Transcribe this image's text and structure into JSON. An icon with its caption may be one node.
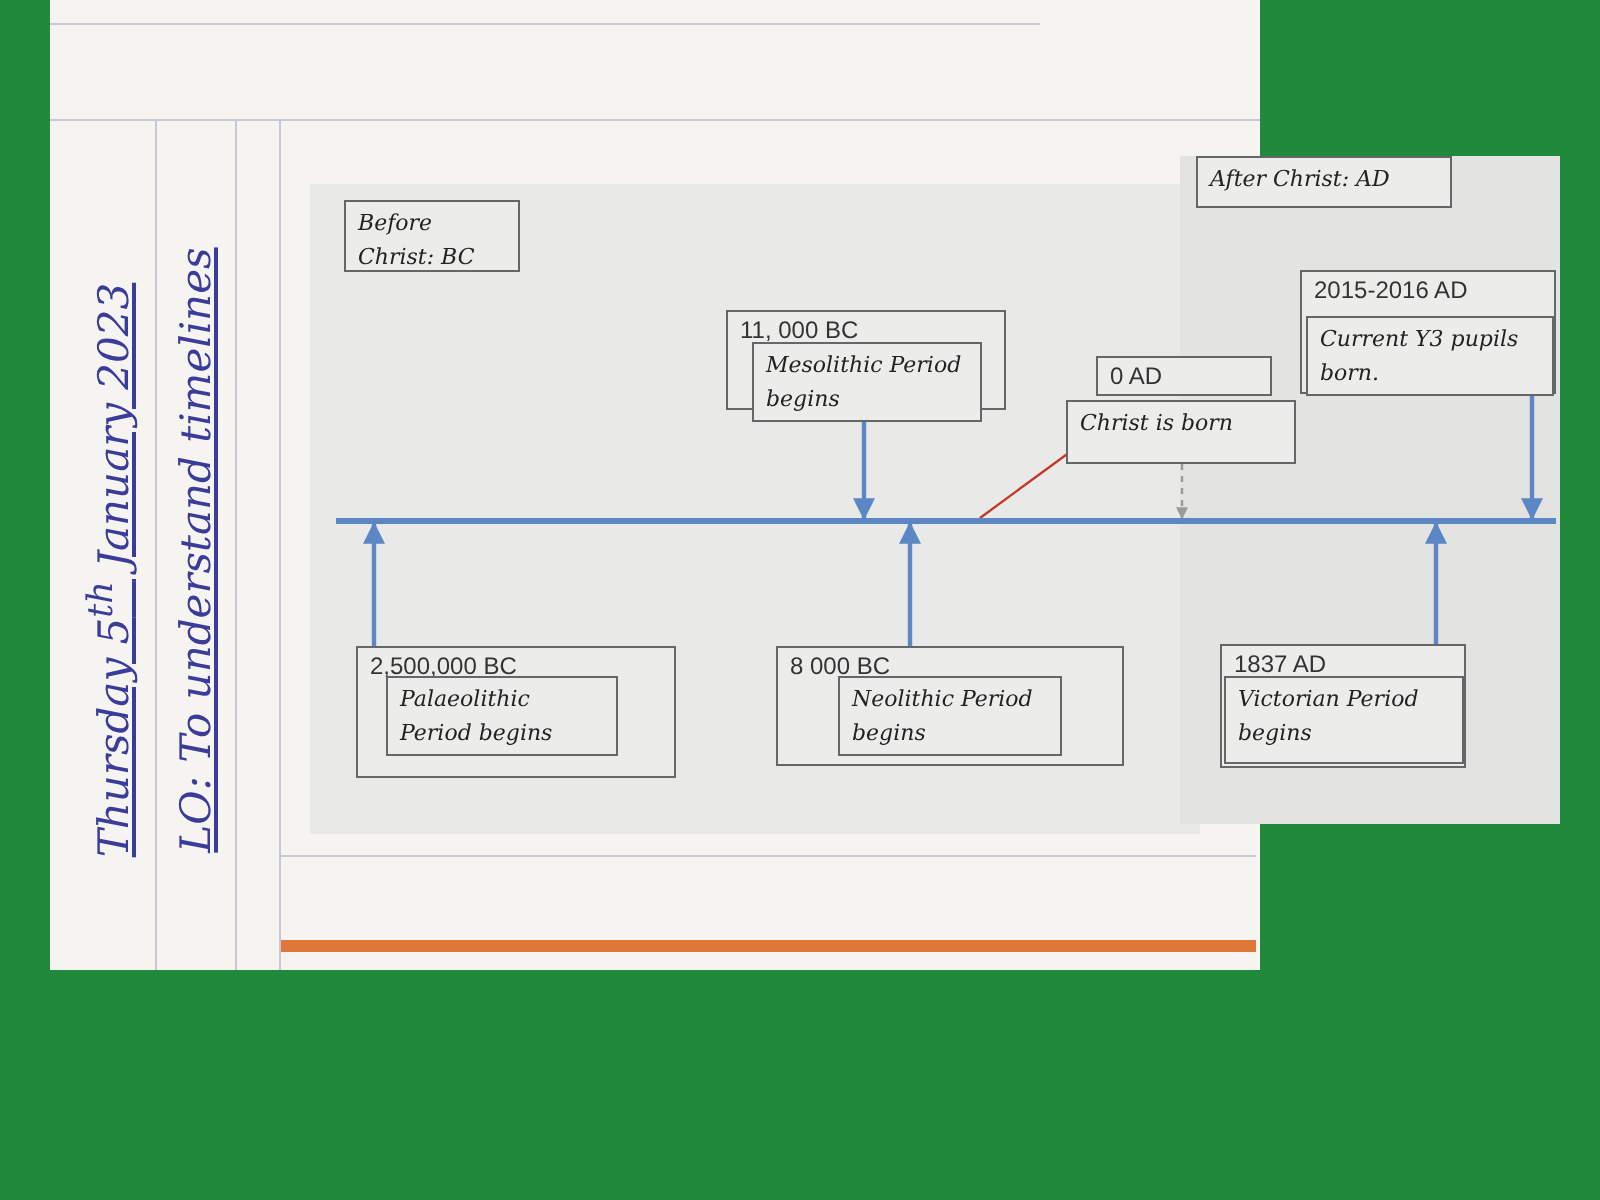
{
  "diagram": {
    "nodes": [
      {
        "text": [],
        "shape": "line"
      },
      {
        "text": [
          "Before Christ: BC"
        ]
      },
      {
        "text": [
          "After Christ: AD"
        ]
      },
      {
        "text": [
          "11, 000 BC"
        ]
      },
      {
        "text": [
          "Mesolithic Period begins"
        ],
        "in": 3
      },
      {
        "text": [
          "0 AD"
        ]
      },
      {
        "text": [
          "Christ is born"
        ]
      },
      {
        "text": [
          "2015-2016 AD"
        ]
      },
      {
        "text": [
          "Current Y3 pupils born."
        ],
        "in": 7
      },
      {
        "text": [
          "2,500,000 BC"
        ]
      },
      {
        "text": [
          "Palaeolithic Period begins"
        ],
        "in": 9
      },
      {
        "text": [
          "8 000 BC"
        ]
      },
      {
        "text": [
          "Neolithic Period begins"
        ],
        "in": 11
      },
      {
        "text": [
          "1837 AD"
        ]
      },
      {
        "text": [
          "Victorian Period begins"
        ],
        "in": 13
      }
    ],
    "edges": [
      {
        "from": 3,
        "to": 0,
        "arrow": "to"
      },
      {
        "from": 6,
        "to": 0,
        "arrow": "to",
        "style": "dashed",
        "color": "#9a9a9a"
      },
      {
        "from": 6,
        "to": 0,
        "arrow": "none",
        "color": "#c0392b"
      },
      {
        "from": 7,
        "to": 0,
        "arrow": "to"
      },
      {
        "from": 9,
        "to": 0,
        "arrow": "to"
      },
      {
        "from": 11,
        "to": 0,
        "arrow": "to"
      },
      {
        "from": 13,
        "to": 0,
        "arrow": "to"
      }
    ],
    "labels": [
      "Thursday 5$^{th}$ January 2023",
      "LO: To understand timelines"
    ]
  }
}
